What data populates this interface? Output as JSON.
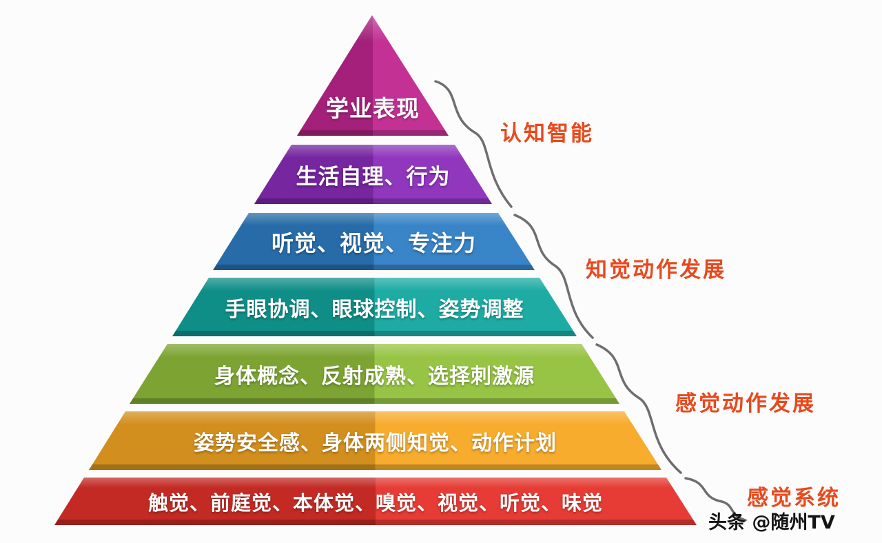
{
  "pyramid": {
    "levels": [
      {
        "label": "学业表现",
        "color": "#c0268f"
      },
      {
        "label": "生活自理、行为",
        "color": "#8a2cba"
      },
      {
        "label": "听觉、视觉、专注力",
        "color": "#2e7ec5"
      },
      {
        "label": "手眼协调、眼球控制、姿势调整",
        "color": "#12a79f"
      },
      {
        "label": "身体概念、反射成熟、选择刺激源",
        "color": "#93c13c"
      },
      {
        "label": "姿势安全感、身体两侧知觉、动作计划",
        "color": "#f7a823"
      },
      {
        "label": "触觉、前庭觉、本体觉、嗅觉、视觉、听觉、味觉",
        "color": "#e5312a"
      }
    ]
  },
  "annotations": [
    {
      "label": "认知智能",
      "color": "#e8491d"
    },
    {
      "label": "知觉动作发展",
      "color": "#e8491d"
    },
    {
      "label": "感觉动作发展",
      "color": "#e8491d"
    },
    {
      "label": "感觉系统",
      "color": "#e8491d"
    }
  ],
  "brace_color": "#6e6e6e",
  "watermark": {
    "text": "头条 @随州TV"
  }
}
